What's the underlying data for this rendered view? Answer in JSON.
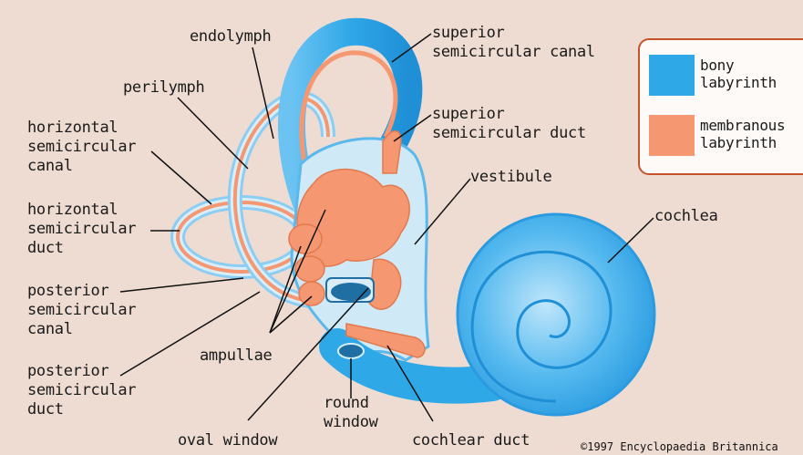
{
  "labels": {
    "endolymph": "endolymph",
    "perilymph": "perilymph",
    "horizontal_canal": "horizontal\nsemicircular\ncanal",
    "horizontal_duct": "horizontal\nsemicircular\nduct",
    "posterior_canal": "posterior\nsemicircular\ncanal",
    "posterior_duct": "posterior\nsemicircular\nduct",
    "superior_canal": "superior\nsemicircular canal",
    "superior_duct": "superior\nsemicircular duct",
    "vestibule": "vestibule",
    "cochlea": "cochlea",
    "ampullae": "ampullae",
    "round_window": "round\nwindow",
    "oval_window": "oval window",
    "cochlear_duct": "cochlear duct"
  },
  "legend": {
    "items": [
      {
        "label": "bony\nlabyrinth",
        "color": "#2fa8e8"
      },
      {
        "label": "membranous\nlabyrinth",
        "color": "#f59872"
      }
    ]
  },
  "copyright": "©1997 Encyclopaedia Britannica",
  "colors": {
    "background": "#eedcd2",
    "bony": "#2fa8e8",
    "bony_light": "#cfe9f6",
    "membranous": "#f59872",
    "window": "#1f6fa5"
  }
}
